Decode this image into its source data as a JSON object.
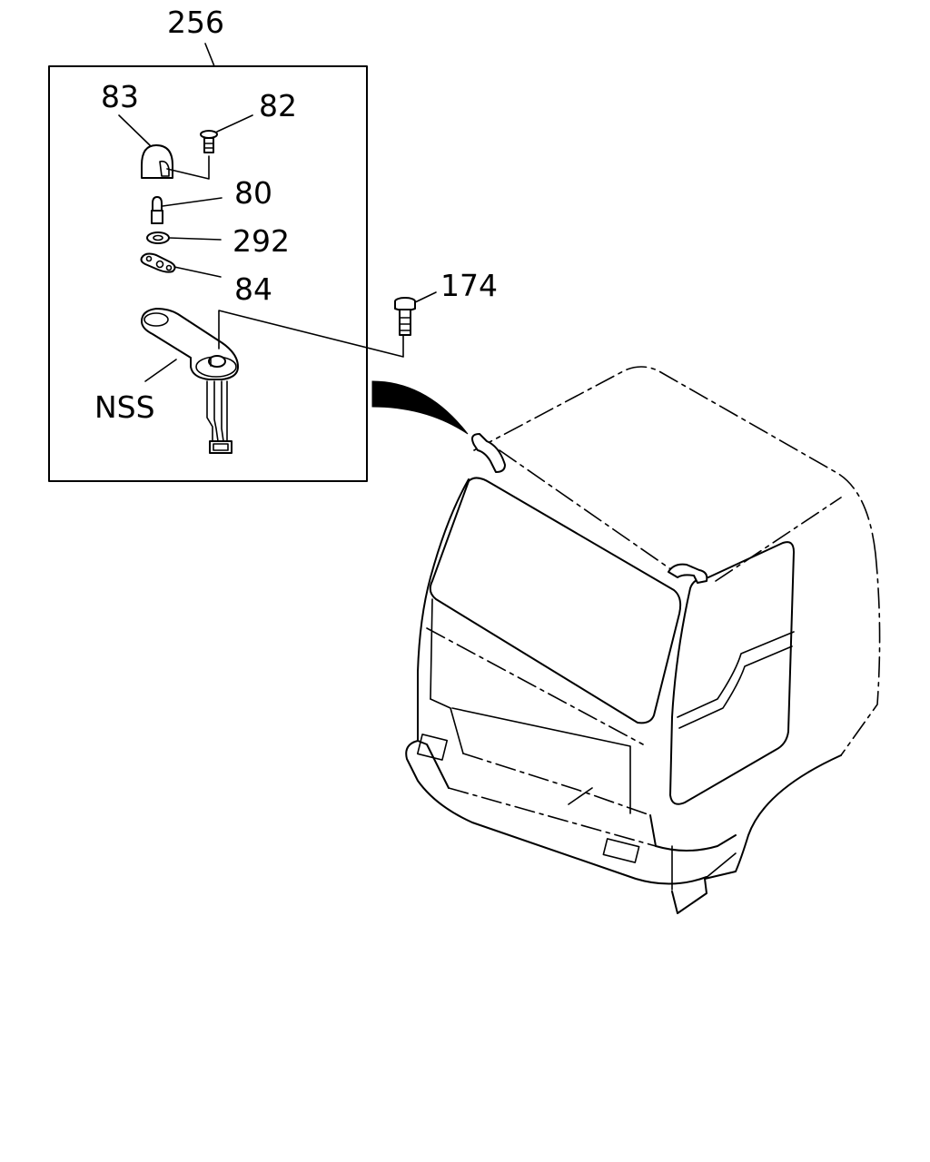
{
  "callouts": {
    "assembly": "256",
    "cap": "83",
    "screw": "82",
    "bulb": "80",
    "washer": "292",
    "gasket": "84",
    "bolt": "174",
    "lamp_body": "NSS"
  }
}
